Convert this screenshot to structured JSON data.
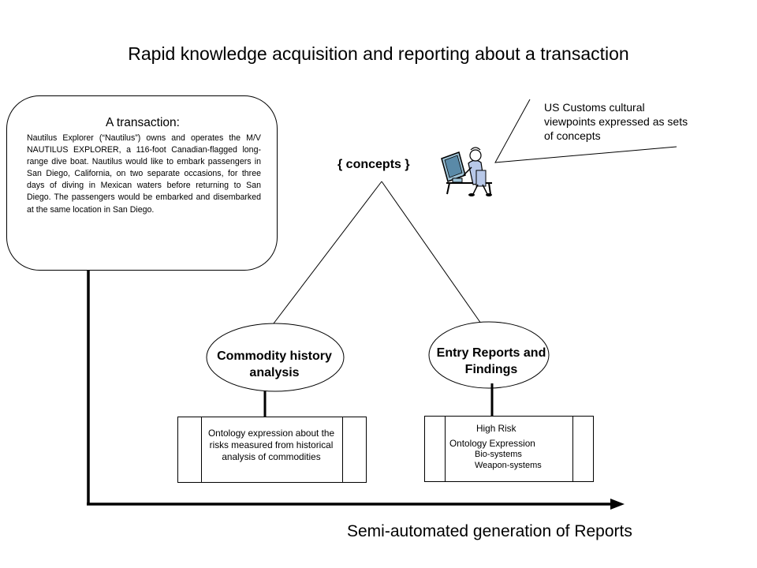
{
  "title": "Rapid knowledge acquisition and reporting about a transaction",
  "footer": "Semi-automated generation of Reports",
  "transaction": {
    "heading": "A transaction:",
    "body": "Nautilus Explorer (“Nautilus”) owns and operates the M/V NAUTILUS EXPLORER, a 116-foot Canadian-flagged long-range dive boat. Nautilus would like to embark passengers in San Diego, California, on two separate occasions, for three days of diving in Mexican waters before returning to San Diego. The passengers would be embarked and disembarked at the same location in San Diego."
  },
  "concepts_label": "{ concepts }",
  "customs_callout": "US Customs cultural viewpoints expressed as sets of concepts",
  "commodity": {
    "label": "Commodity history analysis",
    "box_text": "Ontology expression about the risks measured from historical analysis of commodities"
  },
  "entry": {
    "label": "Entry Reports and Findings",
    "high_risk": "High Risk",
    "ontology_expression": "Ontology Expression",
    "bio": "Bio-systems",
    "weapon": "Weapon-systems"
  },
  "icons": {
    "user": "person-at-computer-icon"
  }
}
